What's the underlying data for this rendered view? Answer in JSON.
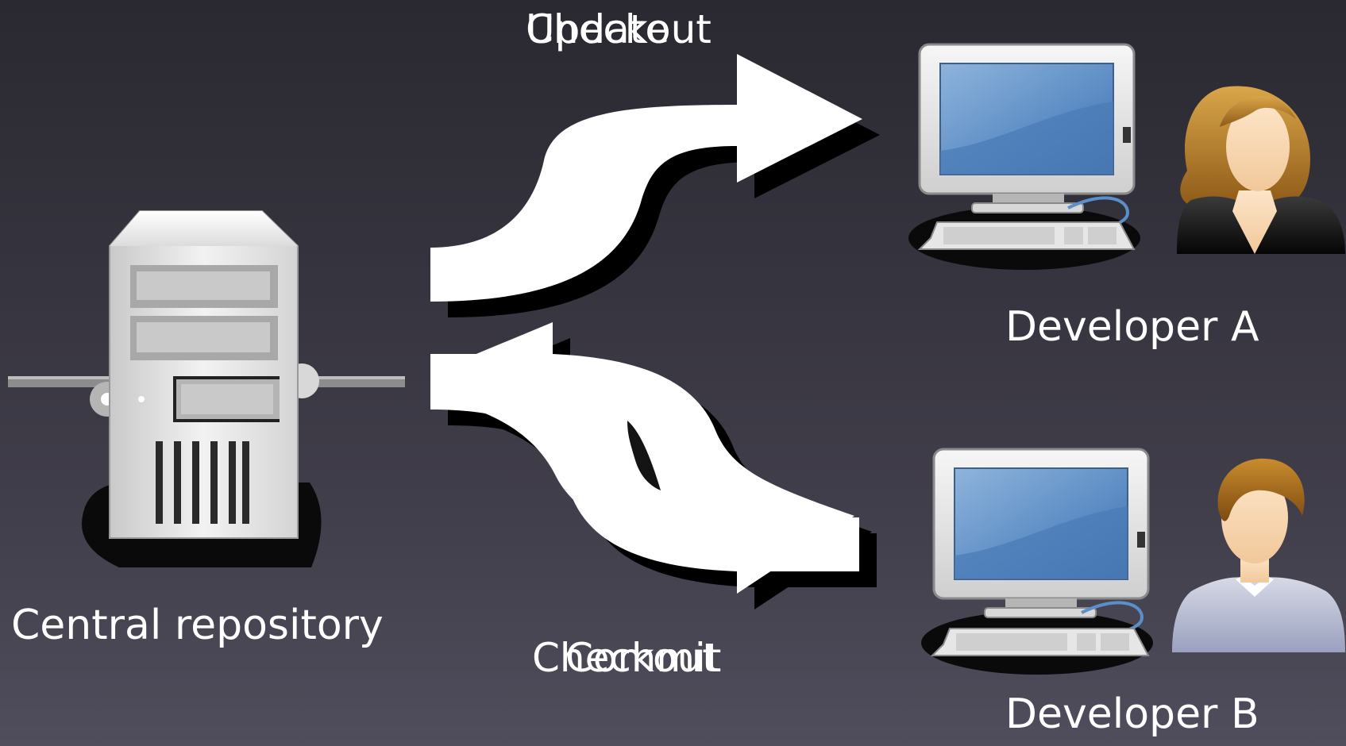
{
  "labels": {
    "central_repository": "Central repository",
    "developer_a": "Developer A",
    "developer_b": "Developer B",
    "top_arrow_labels": [
      "Checkout",
      "Update"
    ],
    "bottom_arrow_labels": [
      "Checkout",
      "Commit"
    ]
  },
  "icons": {
    "server": "server-icon",
    "computer_a": "computer-icon",
    "computer_b": "computer-icon",
    "developer_a_avatar": "female-user-icon",
    "developer_b_avatar": "male-user-icon"
  },
  "colors": {
    "background_top": "#2a2830",
    "background_bottom": "#504d5c",
    "arrow_fill": "#ffffff",
    "label_text": "#ffffff",
    "screen_blue": "#5f8fc6"
  }
}
